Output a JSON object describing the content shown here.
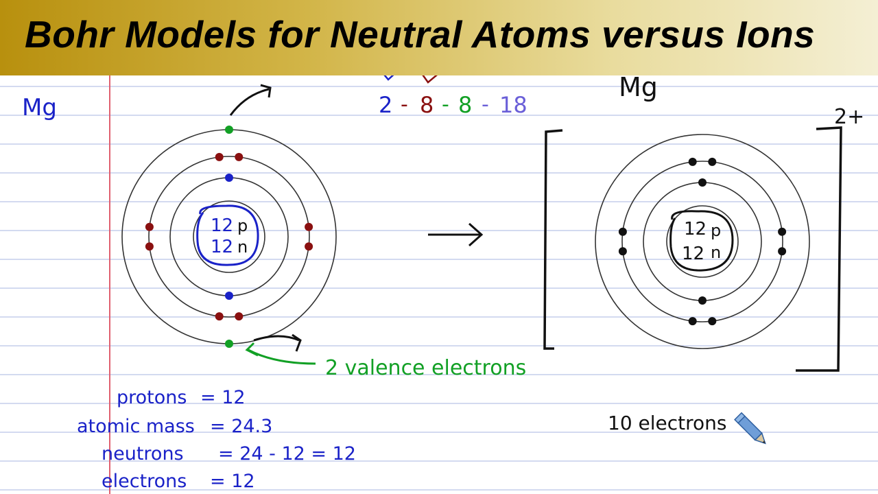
{
  "title": "Bohr Models for Neutral Atoms versus Ions",
  "neutral_atom": {
    "symbol": "Mg",
    "nucleus": {
      "protons": "12",
      "protons_unit": "p",
      "neutrons": "12",
      "neutrons_unit": "n"
    },
    "shell_electrons": [
      2,
      8,
      2
    ],
    "colors": {
      "shell1": "#1a22c8",
      "shell2": "#8a1010",
      "shell3": "#12a025"
    }
  },
  "shell_capacity": {
    "items": [
      "2",
      "8",
      "8",
      "18"
    ],
    "separator": "-"
  },
  "valence_label": "2 valence electrons",
  "calculations": [
    {
      "label": "protons",
      "expr": "= 12"
    },
    {
      "label": "atomic mass",
      "expr": "= 24.3"
    },
    {
      "label": "neutrons",
      "expr": "= 24 - 12 = 12"
    },
    {
      "label": "electrons",
      "expr": "= 12"
    }
  ],
  "ion": {
    "symbol": "Mg",
    "charge": "2+",
    "bracket_charge": "2+",
    "nucleus": {
      "protons": "12",
      "protons_unit": "p",
      "neutrons": "12",
      "neutrons_unit": "n"
    },
    "shell_electrons": [
      2,
      8
    ],
    "electron_count_label": "10 electrons"
  },
  "icons": [
    "arrow-right-icon",
    "pencil-icon",
    "checkmark-icon"
  ]
}
